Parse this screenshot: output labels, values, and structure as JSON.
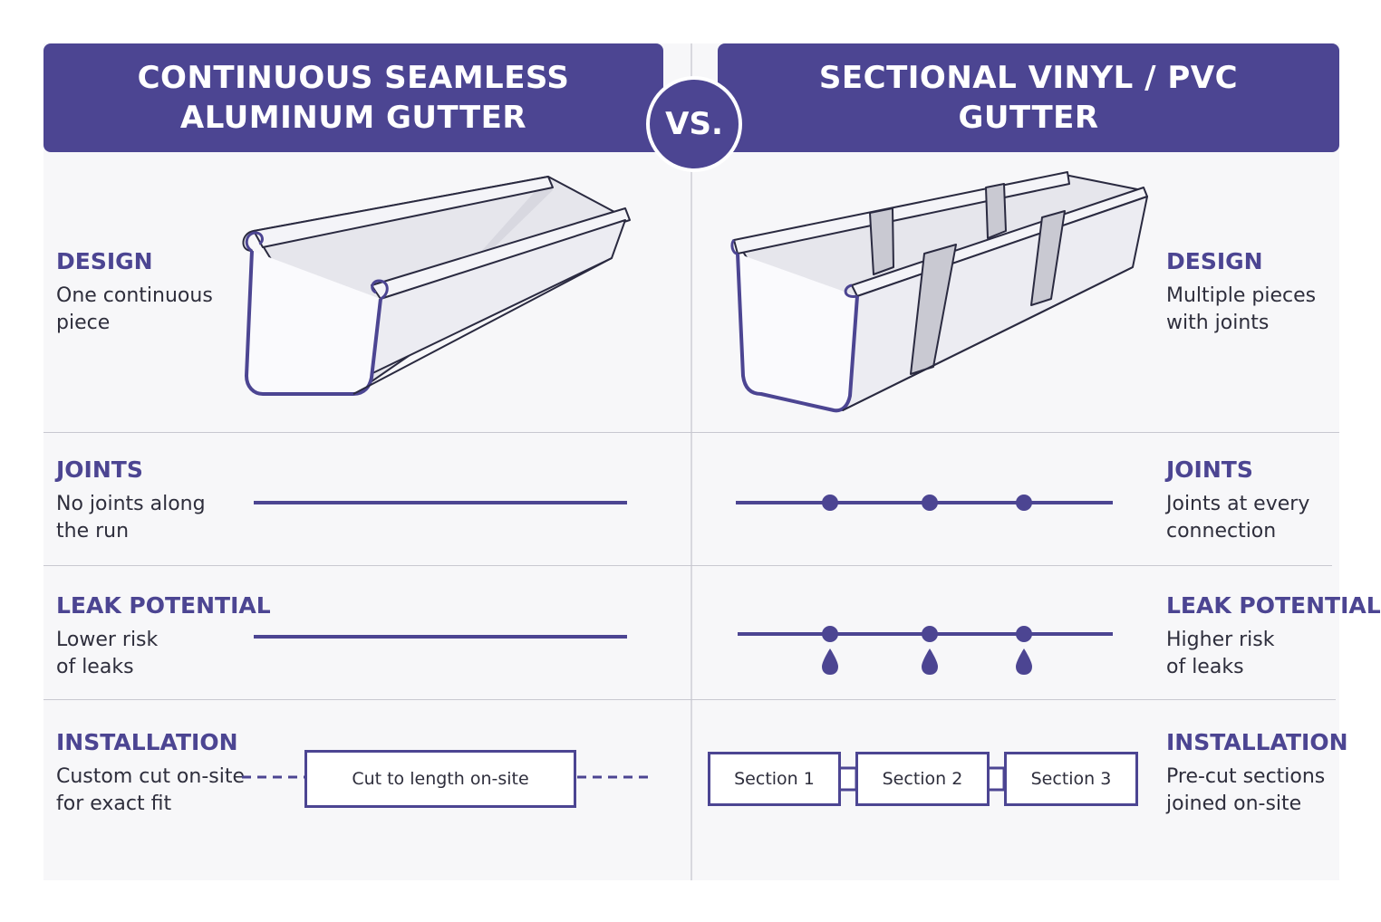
{
  "left_title": [
    "CONTINUOUS SEAMLESS",
    "ALUMINUM GUTTER"
  ],
  "right_title": [
    "SECTIONAL VINYL / PVC",
    "GUTTER"
  ],
  "vs_label": "VS.",
  "colors": {
    "accent": "#4c4592",
    "background": "#f7f7f9",
    "text": "#2e2e3c"
  },
  "rows": [
    {
      "heading": "DESIGN",
      "left_text": "One continuous\npiece",
      "right_text": "Multiple pieces\nwith joints"
    },
    {
      "heading": "JOINTS",
      "left_text": "No joints along\nthe run",
      "right_text": "Joints at every\nconnection"
    },
    {
      "heading": "LEAK POTENTIAL",
      "left_text": "Lower risk\nof leaks",
      "right_text": "Higher risk\nof leaks"
    },
    {
      "heading": "INSTALLATION",
      "left_text": "Custom cut on-site\nfor exact fit",
      "right_text": "Pre-cut sections\njoined on-site"
    }
  ],
  "installation": {
    "left_box": "Cut to length on-site",
    "sections": [
      "Section 1",
      "Section 2",
      "Section 3"
    ]
  },
  "icons": [
    "seamless-gutter-illustration",
    "sectional-gutter-illustration",
    "water-drop-icon"
  ]
}
